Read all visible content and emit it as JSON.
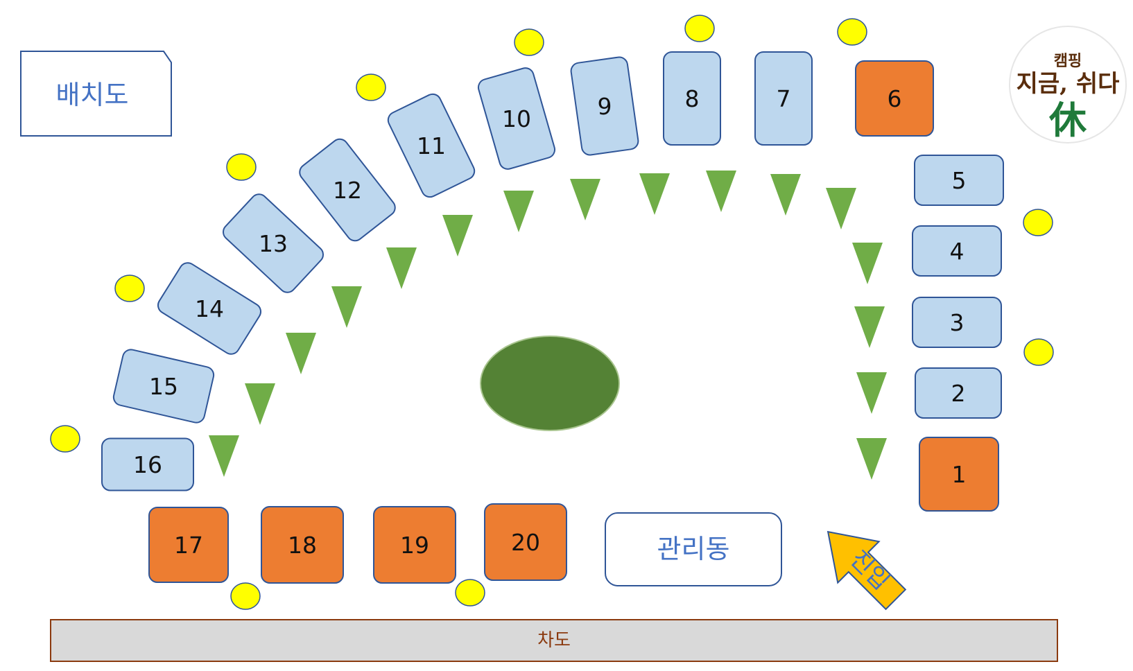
{
  "title": "배치도",
  "management_building": "관리동",
  "road": "차도",
  "entrance": "진입",
  "logo": {
    "top": "캠핑",
    "middle": "지금, 쉬다",
    "symbol": "休"
  },
  "sites": [
    {
      "num": "1",
      "type": "orange"
    },
    {
      "num": "2",
      "type": "blue"
    },
    {
      "num": "3",
      "type": "blue"
    },
    {
      "num": "4",
      "type": "blue"
    },
    {
      "num": "5",
      "type": "blue"
    },
    {
      "num": "6",
      "type": "orange"
    },
    {
      "num": "7",
      "type": "blue"
    },
    {
      "num": "8",
      "type": "blue"
    },
    {
      "num": "9",
      "type": "blue"
    },
    {
      "num": "10",
      "type": "blue"
    },
    {
      "num": "11",
      "type": "blue"
    },
    {
      "num": "12",
      "type": "blue"
    },
    {
      "num": "13",
      "type": "blue"
    },
    {
      "num": "14",
      "type": "blue"
    },
    {
      "num": "15",
      "type": "blue"
    },
    {
      "num": "16",
      "type": "blue"
    },
    {
      "num": "17",
      "type": "orange"
    },
    {
      "num": "18",
      "type": "orange"
    },
    {
      "num": "19",
      "type": "orange"
    },
    {
      "num": "20",
      "type": "orange"
    }
  ],
  "colors": {
    "site_blue": "#bdd7ee",
    "site_blue_border": "#2f5597",
    "site_orange": "#ed7d31",
    "site_orange_border": "#2f5597",
    "tree_green": "#70ad47",
    "pond_green": "#548235",
    "light_yellow": "#ffff00",
    "road_gray": "#d9d9d9",
    "road_border": "#8b3a0f",
    "arrow_fill": "#ffc000",
    "title_blue": "#4472c4",
    "label_blue": "#4472c4"
  },
  "legend_icons": [
    "tree-icon",
    "light-icon",
    "pond-icon",
    "entrance-arrow-icon"
  ]
}
